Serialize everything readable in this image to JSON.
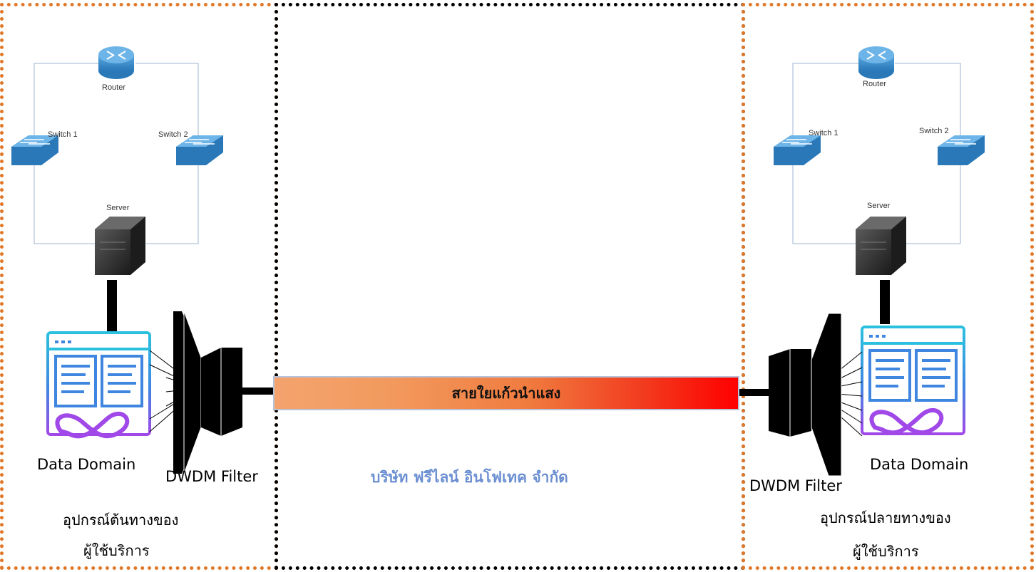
{
  "fiber_label": "สายใยแก้วนำแสง",
  "company_name": "บริษัท ฟรีไลน์ อินโฟเทค จำกัด",
  "left_site": {
    "router_label": "Router",
    "switch1_label": "Switch 1",
    "switch2_label": "Switch 2",
    "server_label": "Server",
    "data_domain_label": "Data Domain",
    "dwdm_label": "DWDM Filter",
    "caption_line1": "อุปกรณ์ต้นทางของ",
    "caption_line2": "ผู้ใช้บริการ"
  },
  "right_site": {
    "router_label": "Router",
    "switch1_label": "Switch 1",
    "switch2_label": "Switch 2",
    "server_label": "Server",
    "data_domain_label": "Data Domain",
    "dwdm_label": "DWDM Filter",
    "caption_line1": "อุปกรณ์ปลายทางของ",
    "caption_line2": "ผู้ใช้บริการ"
  },
  "colors": {
    "site_border": "#e0782a",
    "middle_border": "#000000",
    "company_text": "#6b8fd1",
    "fiber_start": "#f4a36e",
    "fiber_end": "#ff0000",
    "device_blue": "#3b8fd0"
  }
}
